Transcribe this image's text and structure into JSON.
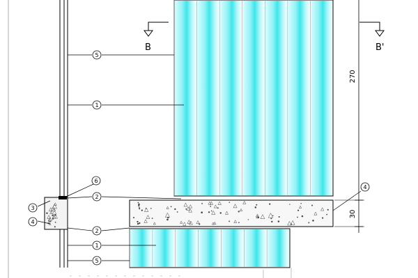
{
  "section": {
    "left_label": "B",
    "right_label": "B'"
  },
  "dimensions": {
    "upper_height": "270",
    "slab_thickness": "30"
  },
  "callouts": {
    "c5_top": "5",
    "c1_top": "1",
    "c6": "6",
    "c2_upper": "2",
    "c3": "3",
    "c4_left": "4",
    "c4_right": "4",
    "c2_lower": "2",
    "c1_bottom": "1",
    "c5_bottom": "5"
  }
}
